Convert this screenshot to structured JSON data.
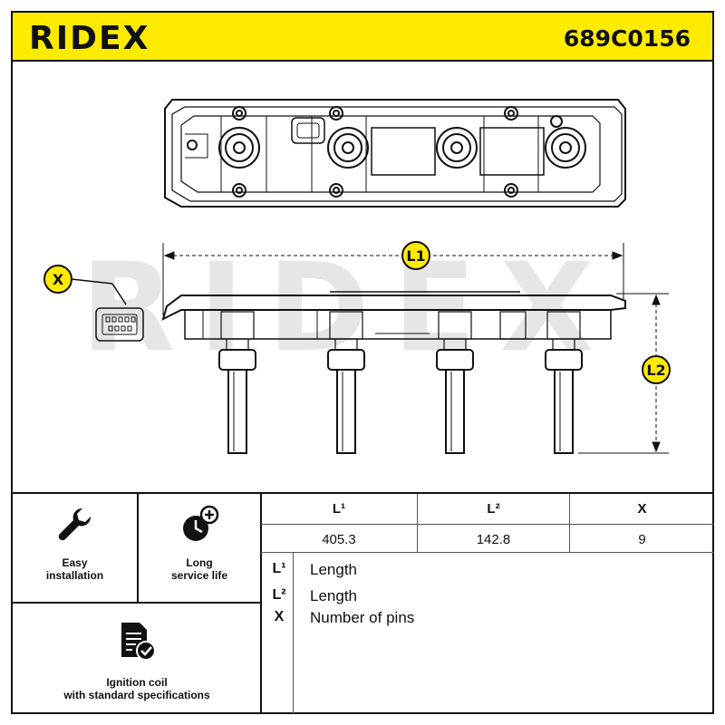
{
  "header": {
    "brand": "RIDEX",
    "part_number": "689C0156"
  },
  "drawing": {
    "watermark": "RIDEX",
    "dim_l1": "L1",
    "dim_l2": "L2",
    "callout_x": "X"
  },
  "features": [
    {
      "icon": "wrench-icon",
      "label_line1": "Easy",
      "label_line2": "installation"
    },
    {
      "icon": "clock-plus-icon",
      "label_line1": "Long",
      "label_line2": "service life"
    },
    {
      "icon": "document-check-icon",
      "label_line1": "Ignition coil",
      "label_line2": "with standard specifications"
    }
  ],
  "specs": {
    "headers": [
      "L¹",
      "L²",
      "X"
    ],
    "values": [
      "405.3",
      "142.8",
      "9"
    ]
  },
  "legend": [
    {
      "key": "L¹",
      "text": "Length"
    },
    {
      "key": "L²",
      "text": "Length"
    },
    {
      "key": "X",
      "text": "Number of pins"
    }
  ],
  "colors": {
    "brand_yellow": "#ffeb00",
    "ink": "#111111",
    "watermark": "#e6e6e6"
  }
}
